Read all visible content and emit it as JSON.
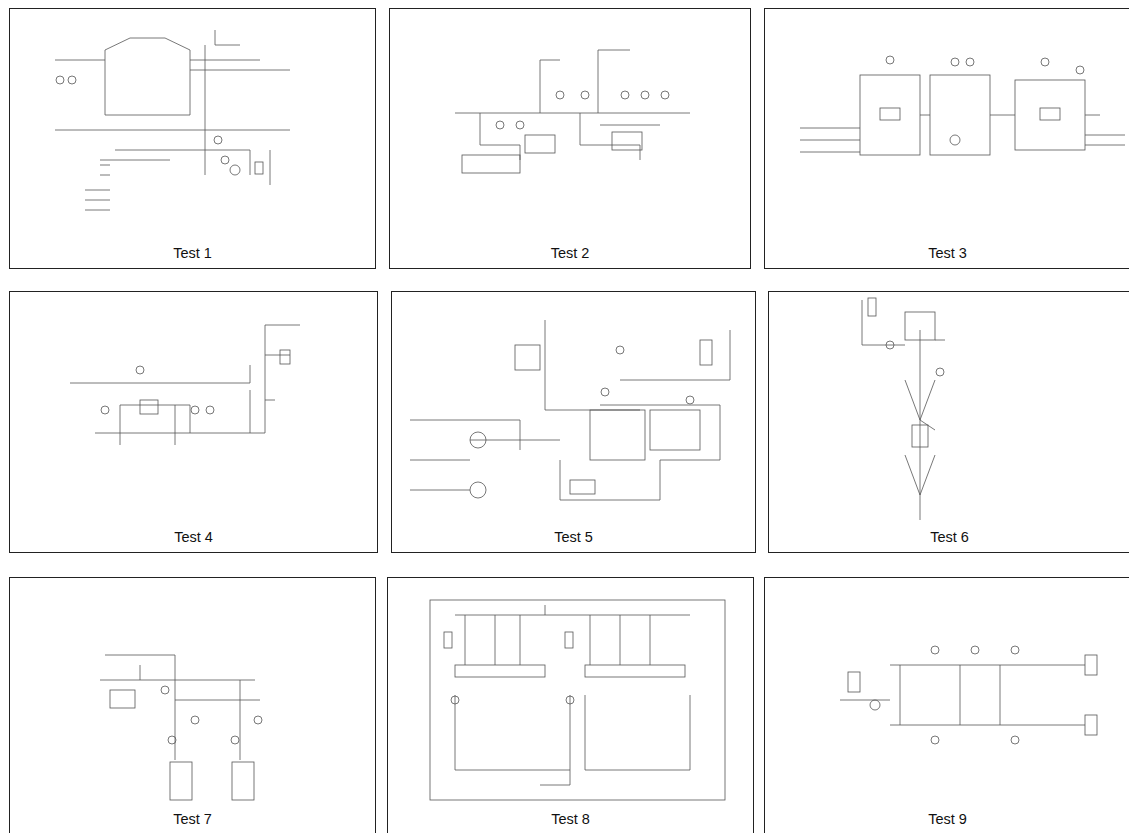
{
  "diagram": {
    "nodes": [
      {
        "text": [
          "Test 1"
        ]
      },
      {
        "text": [
          "Test 2"
        ]
      },
      {
        "text": [
          "Test 3"
        ]
      },
      {
        "text": [
          "Test 4"
        ]
      },
      {
        "text": [
          "Test 5"
        ]
      },
      {
        "text": [
          "Test 6"
        ]
      },
      {
        "text": [
          "Test 7"
        ]
      },
      {
        "text": [
          "Test 8"
        ]
      },
      {
        "text": [
          "Test 9"
        ]
      }
    ]
  }
}
